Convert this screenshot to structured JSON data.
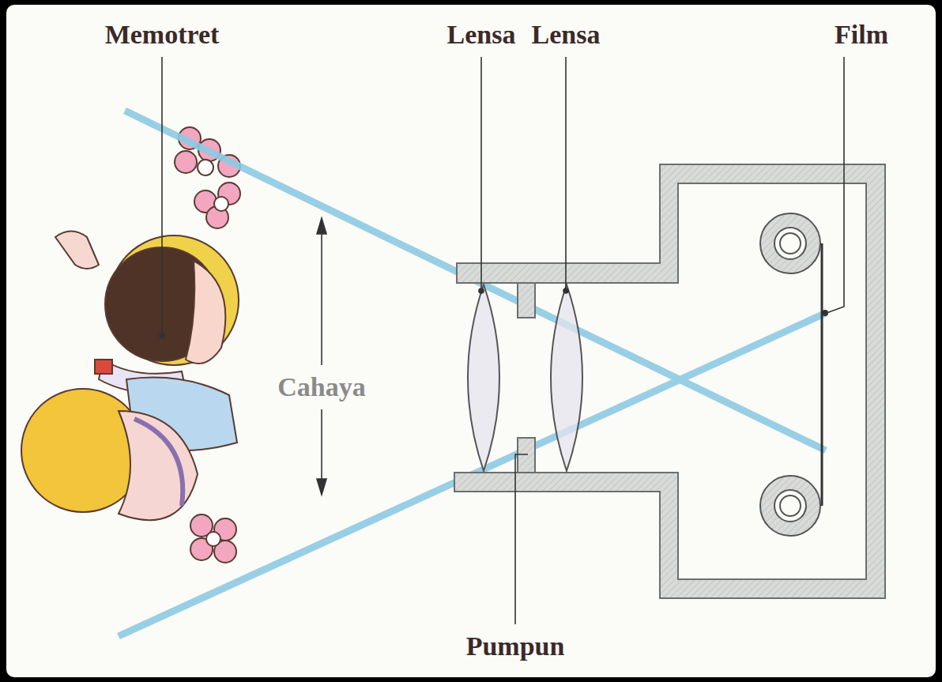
{
  "diagram": {
    "labels": [
      "Memotret",
      "Lensa",
      "Lensa",
      "Film",
      "Cahaya",
      "Pumpun"
    ]
  }
}
